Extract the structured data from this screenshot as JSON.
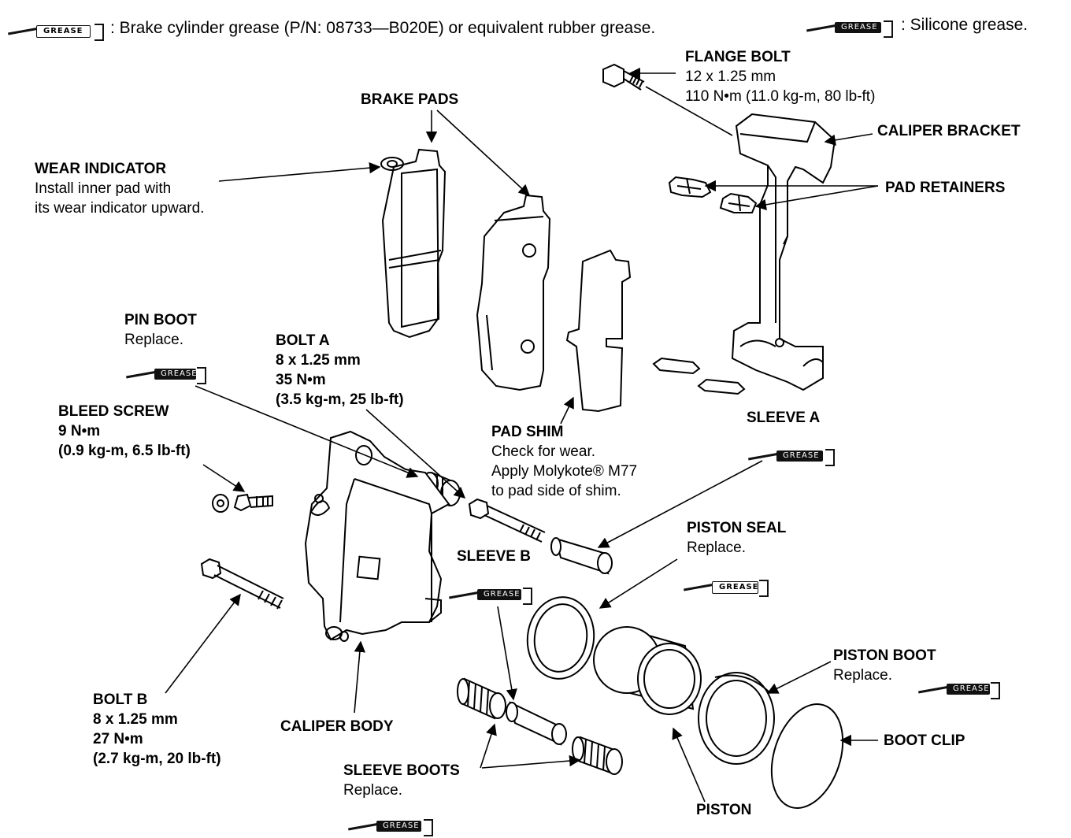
{
  "legend": {
    "brake_grease": ": Brake cylinder grease (P/N: 08733—B020E) or equivalent rubber grease.",
    "silicone_grease": ": Silicone grease.",
    "icon_text": "GREASE"
  },
  "labels": {
    "flange_bolt": {
      "title": "FLANGE BOLT",
      "lines": [
        "12 x 1.25 mm",
        "110 N•m (11.0 kg-m, 80 lb-ft)"
      ]
    },
    "brake_pads": {
      "title": "BRAKE PADS"
    },
    "caliper_bracket": {
      "title": "CALIPER BRACKET"
    },
    "wear_indicator": {
      "title": "WEAR INDICATOR",
      "lines": [
        "Install inner pad with",
        "its wear indicator upward."
      ]
    },
    "pad_retainers": {
      "title": "PAD RETAINERS"
    },
    "pin_boot": {
      "title": "PIN BOOT",
      "lines": [
        "Replace."
      ]
    },
    "bolt_a": {
      "title": "BOLT A",
      "lines": [
        "8 x 1.25 mm",
        "35 N•m",
        "(3.5 kg-m, 25 lb-ft)"
      ]
    },
    "bleed_screw": {
      "title": "BLEED SCREW",
      "lines": [
        "9 N•m",
        "(0.9 kg-m, 6.5 lb-ft)"
      ]
    },
    "pad_shim": {
      "title": "PAD SHIM",
      "lines": [
        "Check for wear.",
        "Apply Molykote®  M77",
        "to pad side of shim."
      ]
    },
    "sleeve_a": {
      "title": "SLEEVE A"
    },
    "piston_seal": {
      "title": "PISTON SEAL",
      "lines": [
        "Replace."
      ]
    },
    "sleeve_b": {
      "title": "SLEEVE B"
    },
    "piston_boot": {
      "title": "PISTON BOOT",
      "lines": [
        "Replace."
      ]
    },
    "bolt_b": {
      "title": "BOLT B",
      "lines": [
        "8 x 1.25 mm",
        "27 N•m",
        "(2.7 kg-m, 20 lb-ft)"
      ]
    },
    "caliper_body": {
      "title": "CALIPER BODY"
    },
    "boot_clip": {
      "title": "BOOT CLIP"
    },
    "sleeve_boots": {
      "title": "SLEEVE BOOTS",
      "lines": [
        "Replace."
      ]
    },
    "piston": {
      "title": "PISTON"
    }
  }
}
